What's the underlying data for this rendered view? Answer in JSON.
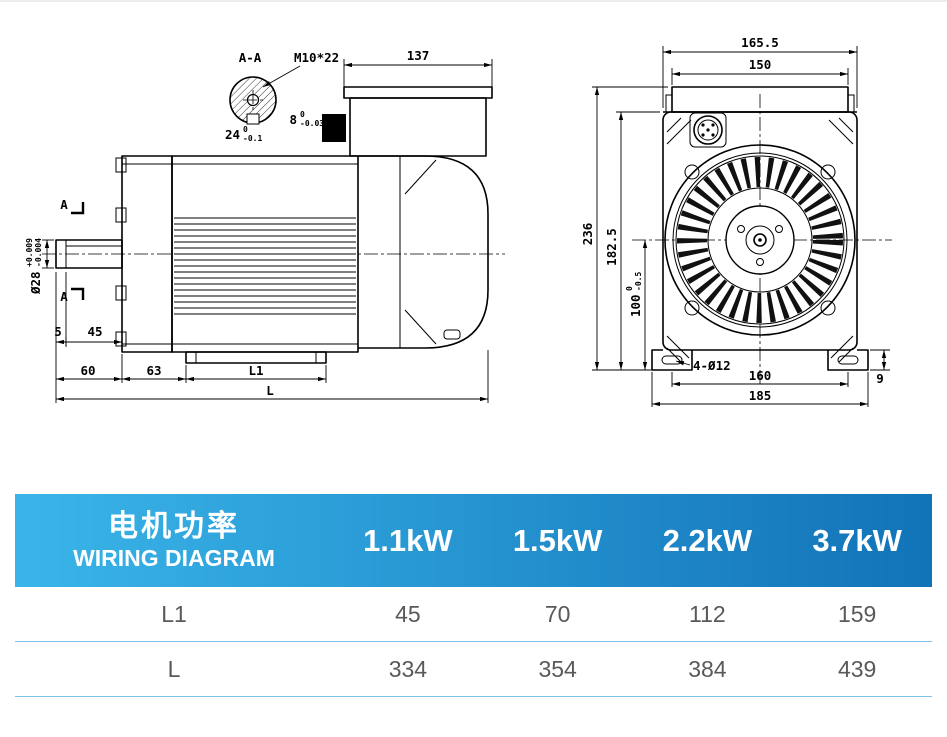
{
  "drawing": {
    "side_view": {
      "section_label": "A-A",
      "thread_label": "M10*22",
      "dim_137": "137",
      "dim_24": "24",
      "dim_24_tol_upper": "0",
      "dim_24_tol_lower": "-0.1",
      "dim_8": "8",
      "dim_8_tol_upper": "0",
      "dim_8_tol_lower": "-0.036",
      "shaft_dia": "Ø28",
      "shaft_tol_upper": "+0.009",
      "shaft_tol_lower": "-0.004",
      "marker_a": "A",
      "dim_5": "5",
      "dim_45": "45",
      "dim_60": "60",
      "dim_63": "63",
      "dim_L1": "L1",
      "dim_L": "L"
    },
    "front_view": {
      "dim_165_5": "165.5",
      "dim_150": "150",
      "dim_236": "236",
      "dim_182_5": "182.5",
      "dim_100": "100",
      "dim_100_tol_upper": "0",
      "dim_100_tol_lower": "-0.5",
      "dim_holes": "4-Ø12",
      "dim_160": "160",
      "dim_185": "185",
      "dim_9": "9"
    }
  },
  "table": {
    "title_cn": "电机功率",
    "title_en": "WIRING DIAGRAM",
    "columns": [
      "1.1kW",
      "1.5kW",
      "2.2kW",
      "3.7kW"
    ],
    "rows": [
      {
        "label": "L1",
        "values": [
          "45",
          "70",
          "112",
          "159"
        ]
      },
      {
        "label": "L",
        "values": [
          "334",
          "354",
          "384",
          "439"
        ]
      }
    ]
  },
  "colors": {
    "header_gradient_left": "#3ab5e9",
    "header_gradient_right": "#1273b8",
    "row_text": "#58595b",
    "divider": "#7ec3e8",
    "line": "#000000"
  }
}
